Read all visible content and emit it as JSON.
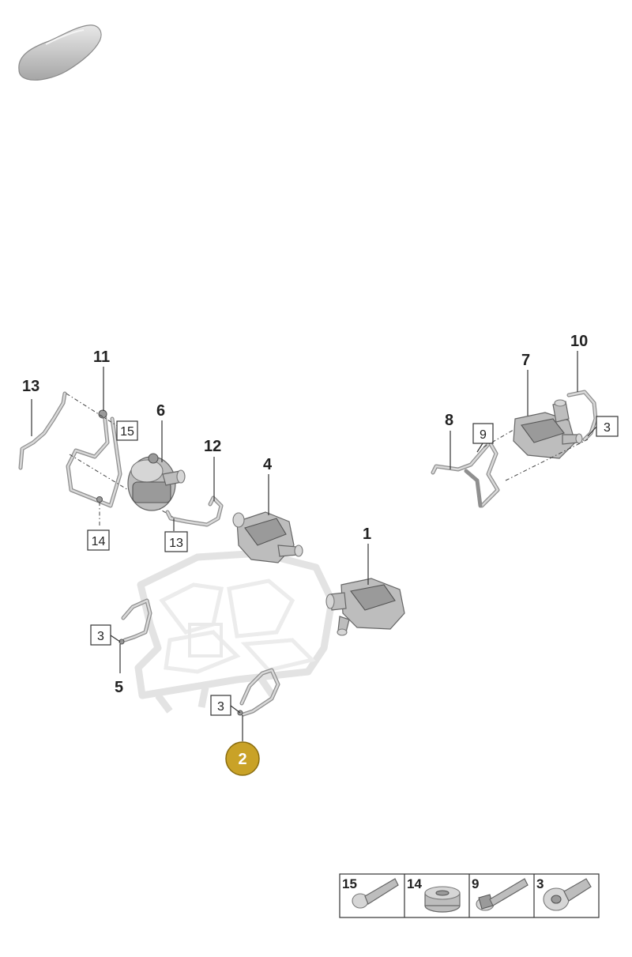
{
  "callouts": {
    "c1": "1",
    "c2": "2",
    "c4": "4",
    "c5": "5",
    "c6": "6",
    "c7": "7",
    "c8": "8",
    "c10": "10",
    "c11": "11",
    "c12": "12",
    "c13": "13"
  },
  "boxes": {
    "b15": "15",
    "b14": "14",
    "b13": "13",
    "b9": "9",
    "b3_right": "3",
    "b3_left": "3",
    "b3_bottom": "3"
  },
  "legend": [
    {
      "num": "15",
      "part": "bolt"
    },
    {
      "num": "14",
      "part": "grommet"
    },
    {
      "num": "9",
      "part": "flange-bolt"
    },
    {
      "num": "3",
      "part": "torx-bolt"
    }
  ],
  "colors": {
    "highlight": "#c9a227",
    "lines": "#333333"
  }
}
